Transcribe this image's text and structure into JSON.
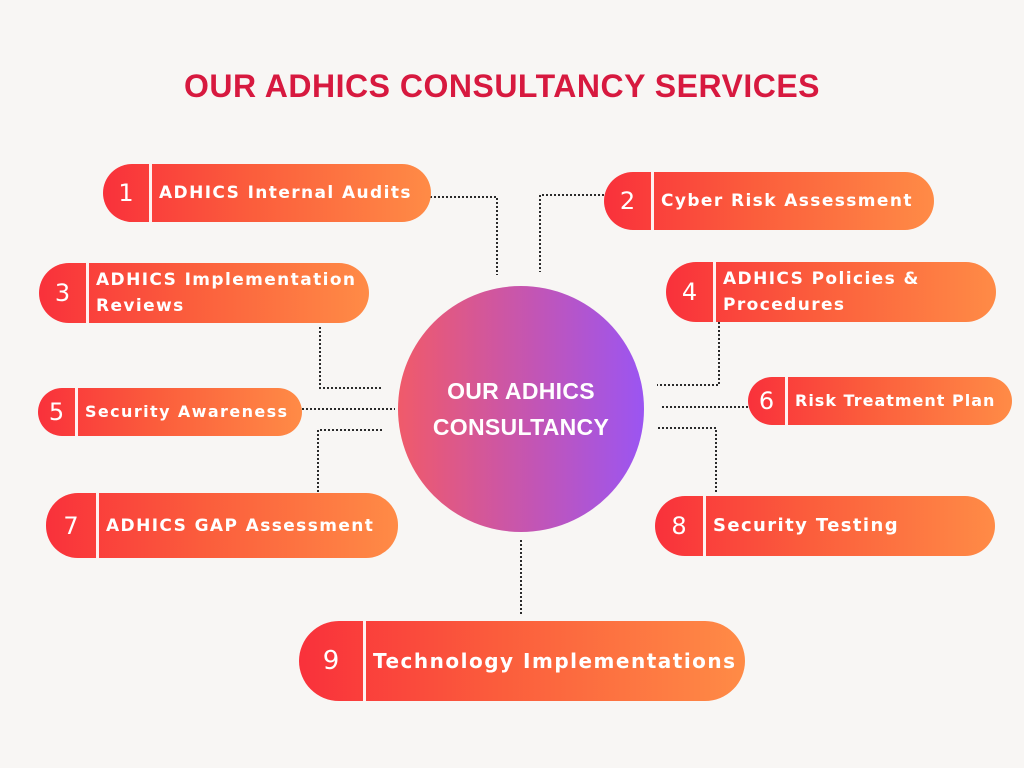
{
  "title": "OUR ADHICS CONSULTANCY SERVICES",
  "hub": {
    "label": "OUR ADHICS\nCONSULTANCY"
  },
  "services": [
    {
      "number": "1",
      "label": "ADHICS Internal Audits"
    },
    {
      "number": "2",
      "label": "Cyber Risk Assessment"
    },
    {
      "number": "3",
      "label": "ADHICS Implementation\nReviews"
    },
    {
      "number": "4",
      "label": "ADHICS Policies &\nProcedures"
    },
    {
      "number": "5",
      "label": "Security Awareness"
    },
    {
      "number": "6",
      "label": "Risk Treatment Plan"
    },
    {
      "number": "7",
      "label": "ADHICS GAP Assessment"
    },
    {
      "number": "8",
      "label": "Security Testing"
    },
    {
      "number": "9",
      "label": "Technology Implementations"
    }
  ],
  "colors": {
    "title": "#d7193f",
    "background": "#f8f6f4",
    "pill_gradient_start": "#f9313b",
    "pill_gradient_end": "#ff8b46",
    "hub_gradient_start": "#f05a6a",
    "hub_gradient_end": "#9b55f2",
    "connector": "#2b2b2b"
  }
}
